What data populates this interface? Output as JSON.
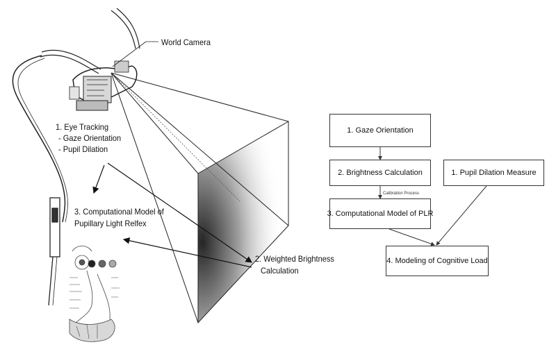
{
  "illustration": {
    "world_camera_label": "World Camera",
    "eye_tracking": {
      "title": "1. Eye Tracking",
      "items": [
        "- Gaze Orientation",
        "- Pupil Dilation"
      ]
    },
    "computational_model": [
      "3. Computational Model of",
      "Pupillary Light Relfex"
    ],
    "weighted_brightness": [
      "2. Weighted Brightness",
      "Calculation"
    ]
  },
  "flowchart": {
    "gaze_orientation": "1. Gaze Orientation",
    "brightness_calculation": "2. Brightness Calculation",
    "pupil_dilation_measure": "1. Pupil Dilation Measure",
    "calibration_process": "Calibration Process",
    "computational_model_plr": "3. Computational Model of PLR",
    "modeling_cognitive_load": "4. Modeling of Cognitive Load"
  }
}
